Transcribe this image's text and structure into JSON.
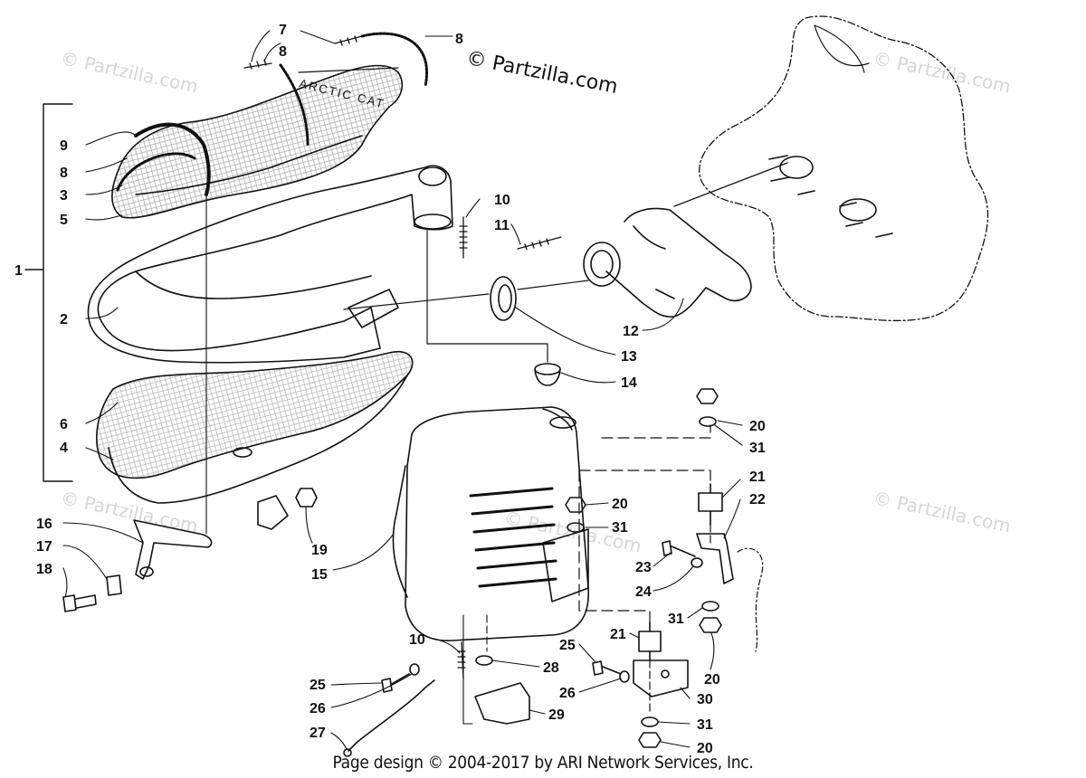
{
  "watermarks": {
    "main": "© Partzilla.com",
    "faint": "© Partzilla.com"
  },
  "footer": "Page design © 2004-2017 by ARI Network Services, Inc.",
  "callouts": {
    "c1": "1",
    "c2": "2",
    "c3": "3",
    "c4": "4",
    "c5": "5",
    "c6": "6",
    "c7": "7",
    "c8a": "8",
    "c8b": "8",
    "c8c": "8",
    "c9": "9",
    "c10a": "10",
    "c10b": "10",
    "c11": "11",
    "c12": "12",
    "c13": "13",
    "c14": "14",
    "c15": "15",
    "c16": "16",
    "c17": "17",
    "c18": "18",
    "c19": "19",
    "c20a": "20",
    "c20b": "20",
    "c20c": "20",
    "c20d": "20",
    "c21a": "21",
    "c21b": "21",
    "c22": "22",
    "c23": "23",
    "c24": "24",
    "c25a": "25",
    "c25b": "25",
    "c26a": "26",
    "c26b": "26",
    "c27": "27",
    "c28": "28",
    "c29": "29",
    "c30": "30",
    "c31a": "31",
    "c31b": "31",
    "c31c": "31",
    "c31d": "31"
  },
  "part_text": "ARCTIC CAT"
}
